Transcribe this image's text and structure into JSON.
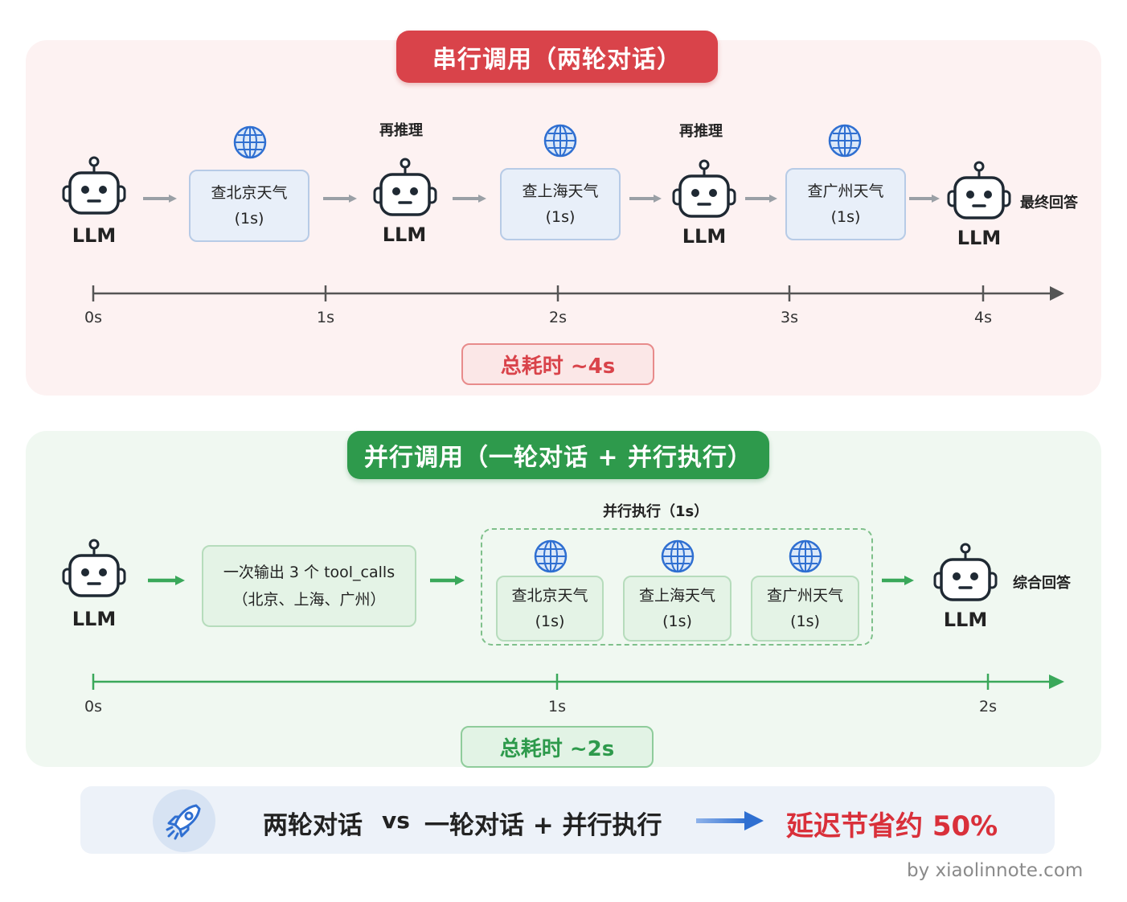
{
  "serial": {
    "title": "串行调用（两轮对话）",
    "llm_label": "LLM",
    "reason_label": "再推理",
    "final_label": "最终回答",
    "tasks": [
      {
        "name": "查北京天气",
        "time": "(1s)"
      },
      {
        "name": "查上海天气",
        "time": "(1s)"
      },
      {
        "name": "查广州天气",
        "time": "(1s)"
      }
    ],
    "ticks": [
      "0s",
      "1s",
      "2s",
      "3s",
      "4s"
    ],
    "total": "总耗时 ~4s"
  },
  "parallel": {
    "title": "并行调用（一轮对话 + 并行执行）",
    "llm_label": "LLM",
    "output_line1": "一次输出 3 个 tool_calls",
    "output_line2": "（北京、上海、广州）",
    "group_label": "并行执行（1s）",
    "tasks": [
      {
        "name": "查北京天气",
        "time": "(1s)"
      },
      {
        "name": "查上海天气",
        "time": "(1s)"
      },
      {
        "name": "查广州天气",
        "time": "(1s)"
      }
    ],
    "final_label": "综合回答",
    "ticks": [
      "0s",
      "1s",
      "2s"
    ],
    "total": "总耗时 ~2s"
  },
  "summary": {
    "left": "两轮对话",
    "vs": "vs",
    "right": "一轮对话 + 并行执行",
    "result": "延迟节省约 50%"
  },
  "watermark": "by xiaolinnote.com",
  "colors": {
    "red": "#d9434a",
    "green": "#2e9a4c",
    "blue_arrow": "#2f6fd1",
    "gray_arrow": "#9aa0a6"
  },
  "icons": [
    "robot-icon",
    "globe-icon",
    "rocket-icon",
    "arrow-right-icon"
  ]
}
